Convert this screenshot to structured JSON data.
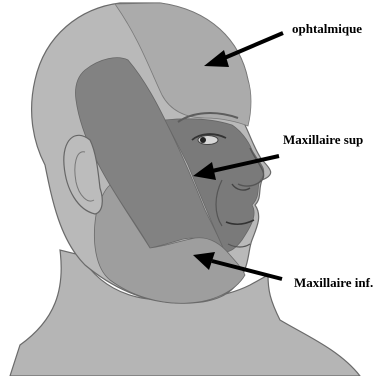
{
  "labels": {
    "ophtalmique": "ophtalmique",
    "maxillaire_sup": "Maxillaire sup",
    "maxillaire_inf": "Maxillaire inf."
  },
  "colors": {
    "skin": "#b9b9b9",
    "ophtalmique_zone": "#a9a9a9",
    "maxillaire_sup_zone": "#7f7f7f",
    "maxillaire_inf_zone": "#9c9c9c",
    "outline": "#6a6a6a",
    "arrow": "#000000"
  }
}
